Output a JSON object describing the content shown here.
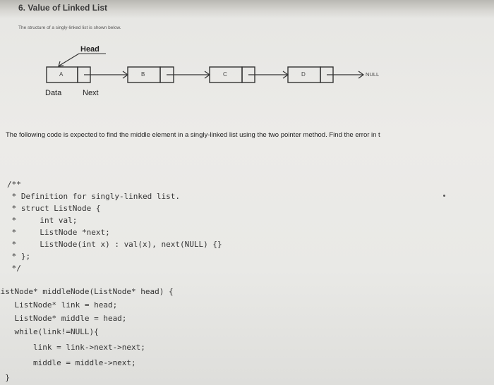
{
  "heading": "6. Value of Linked List",
  "subtitle": "The structure of a singly-linked list is shown below.",
  "diagram": {
    "head_label": "Head",
    "nodes": [
      "A",
      "B",
      "C",
      "D"
    ],
    "null_label": "NULL",
    "data_label": "Data",
    "next_label": "Next"
  },
  "prompt": "The following code is expected to find the middle element in a singly-linked list using the two pointer method. Find the error in t",
  "comment_lines": [
    "/**",
    " * Definition for singly-linked list.",
    " * struct ListNode {",
    " *     int val;",
    " *     ListNode *next;",
    " *     ListNode(int x) : val(x), next(NULL) {}",
    " * };",
    " */"
  ],
  "code_lines": [
    "ListNode* middleNode(ListNode* head) {",
    "    ListNode* link = head;",
    "    ListNode* middle = head;",
    "    while(link!=NULL){",
    "        link = link->next->next;",
    "        middle = middle->next;",
    "  }"
  ]
}
